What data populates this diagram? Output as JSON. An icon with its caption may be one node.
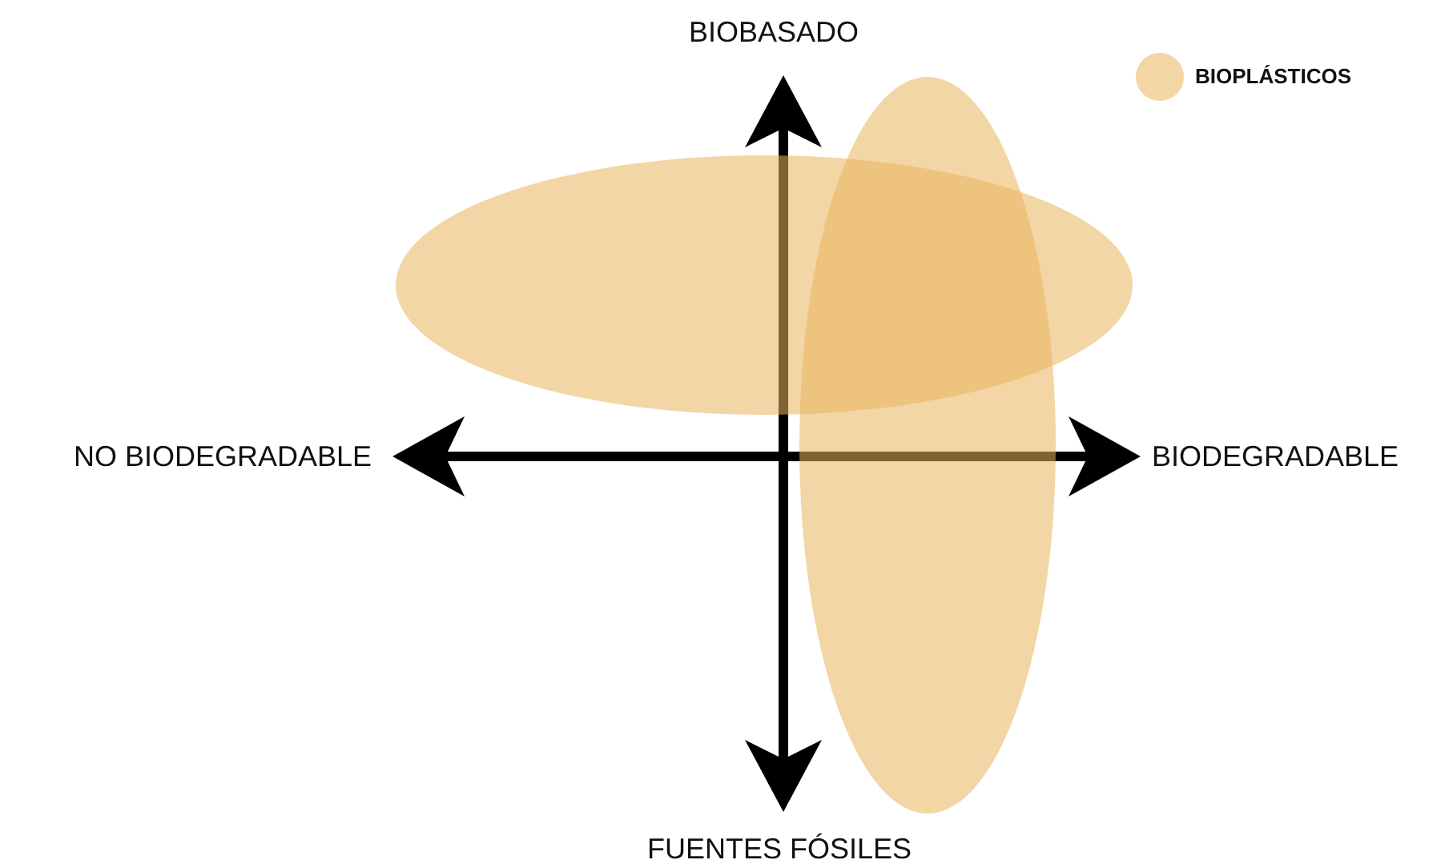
{
  "diagram": {
    "labels": [
      "BIOBASADO",
      "NO BIODEGRADABLE",
      "BIODEGRADABLE",
      "FUENTES FÓSILES"
    ],
    "legend": [
      {
        "text": "BIOPLÁSTICOS",
        "color": "#f3d6a5"
      }
    ]
  }
}
